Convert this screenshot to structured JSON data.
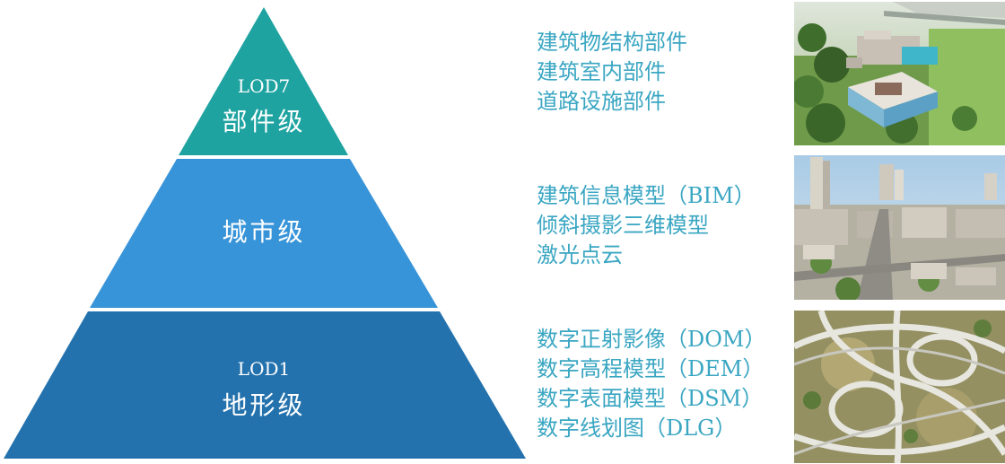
{
  "pyramid": {
    "tiers": [
      {
        "code": "LOD7",
        "name": "部件级",
        "color": "#1ea3a1",
        "items": [
          "建筑物结构部件",
          "建筑室内部件",
          "道路设施部件"
        ],
        "image": "campus-aerial-image"
      },
      {
        "code": "",
        "name": "城市级",
        "color": "#3894d8",
        "items": [
          "建筑信息模型（BIM）",
          "倾斜摄影三维模型",
          "激光点云"
        ],
        "image": "city-aerial-image"
      },
      {
        "code": "LOD1",
        "name": "地形级",
        "color": "#2472ad",
        "items": [
          "数字正射影像（DOM）",
          "数字高程模型（DEM）",
          "数字表面模型（DSM）",
          "数字线划图（DLG）"
        ],
        "image": "highway-interchange-image"
      }
    ]
  },
  "colors": {
    "text_accent": "#3aa6c2",
    "separator": "#ffffff"
  }
}
